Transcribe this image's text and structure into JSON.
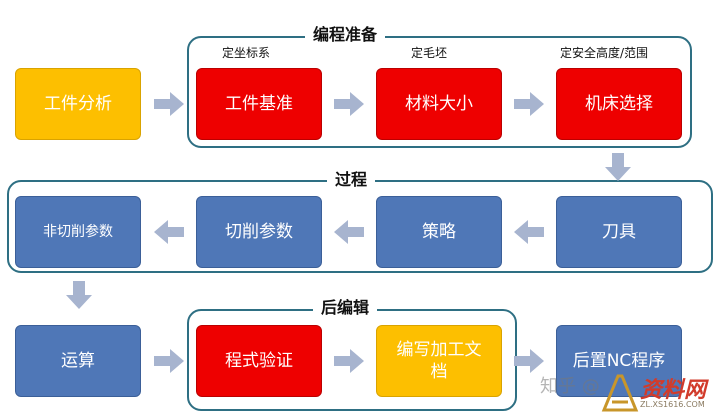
{
  "groups": {
    "prep": "编程准备",
    "process": "过程",
    "post": "后编辑"
  },
  "labels": {
    "coord": "定坐标系",
    "blank": "定毛坯",
    "safe": "定安全高度/范围"
  },
  "boxes": {
    "analysis": "工件分析",
    "datum": "工件基准",
    "material": "材料大小",
    "machine": "机床选择",
    "tool": "刀具",
    "strategy": "策略",
    "cut_params": "切削参数",
    "noncut_params": "非切削参数",
    "compute": "运算",
    "verify": "程式验证",
    "docs": "编写加工文档",
    "postnc": "后置NC程序"
  },
  "watermarks": {
    "zhihu": "知乎 @",
    "site_logo": "资料网",
    "site_url": "ZL.XS1616.COM"
  },
  "colors": {
    "blue": "#4f77b7",
    "red": "#ee0000",
    "yellow": "#fdbf00",
    "frame": "#2e6f83",
    "arrow": "#a7b4cf"
  }
}
